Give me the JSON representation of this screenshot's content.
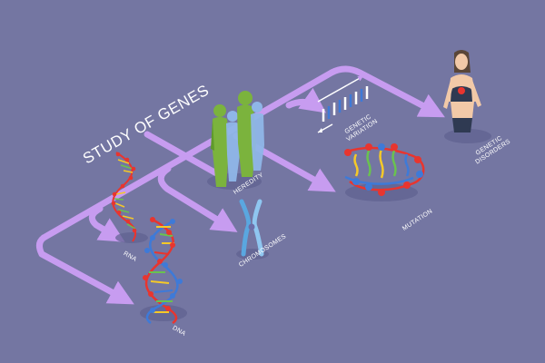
{
  "diagram": {
    "title": "STUDY OF GENES",
    "nodes": [
      {
        "id": "rna",
        "label": "RNA",
        "icon": "rna-helix"
      },
      {
        "id": "dna",
        "label": "DNA",
        "icon": "dna-helix"
      },
      {
        "id": "chromosomes",
        "label": "CHROMOSOMES",
        "icon": "chromosome"
      },
      {
        "id": "heredity",
        "label": "HEREDITY",
        "icon": "parent-child-figures"
      },
      {
        "id": "genetic_variation",
        "label": "GENETIC\nVARIATION",
        "icon": "sequence-strip"
      },
      {
        "id": "mutation",
        "label": "MUTATION",
        "icon": "mutated-dna"
      },
      {
        "id": "genetic_disorders",
        "label": "GENETIC\nDISORDERS",
        "icon": "woman-figure"
      }
    ],
    "colors": {
      "background": "#7476a2",
      "arrow": "#c79cf0",
      "text": "#ffffff",
      "strand_red": "#e8352f",
      "strand_blue": "#3e7ad8",
      "base_yellow": "#f5c928",
      "base_green": "#6ac24f",
      "figure_green": "#7bb33d",
      "figure_blue": "#8fb6e8"
    }
  }
}
